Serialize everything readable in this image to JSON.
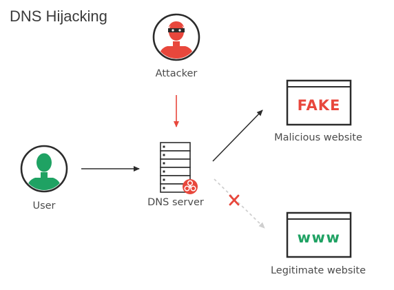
{
  "title": "DNS Hijacking",
  "nodes": {
    "attacker": {
      "label": "Attacker",
      "icon": "attacker-avatar-icon"
    },
    "user": {
      "label": "User",
      "icon": "user-avatar-icon"
    },
    "dns_server": {
      "label": "DNS server",
      "icon": "server-rack-icon",
      "badge_icon": "biohazard-icon"
    },
    "malicious_site": {
      "label": "Malicious website",
      "window_text": "FAKE",
      "icon": "browser-window-icon"
    },
    "legitimate_site": {
      "label": "Legitimate website",
      "window_text": "www",
      "icon": "browser-window-icon"
    }
  },
  "edges": [
    {
      "from": "attacker",
      "to": "dns_server",
      "style": "solid",
      "color": "#e8473c"
    },
    {
      "from": "user",
      "to": "dns_server",
      "style": "solid",
      "color": "#2b2b2b"
    },
    {
      "from": "dns_server",
      "to": "malicious_site",
      "style": "solid",
      "color": "#2b2b2b"
    },
    {
      "from": "dns_server",
      "to": "legitimate_site",
      "style": "dashed",
      "color": "#cfcfcf",
      "blocked_icon": "cross-icon"
    }
  ],
  "colors": {
    "attacker_red": "#e8473c",
    "user_green": "#1fa263",
    "fake_text_red": "#e8473c",
    "www_text_green": "#1fa263",
    "outline_dark": "#2b2b2b"
  }
}
